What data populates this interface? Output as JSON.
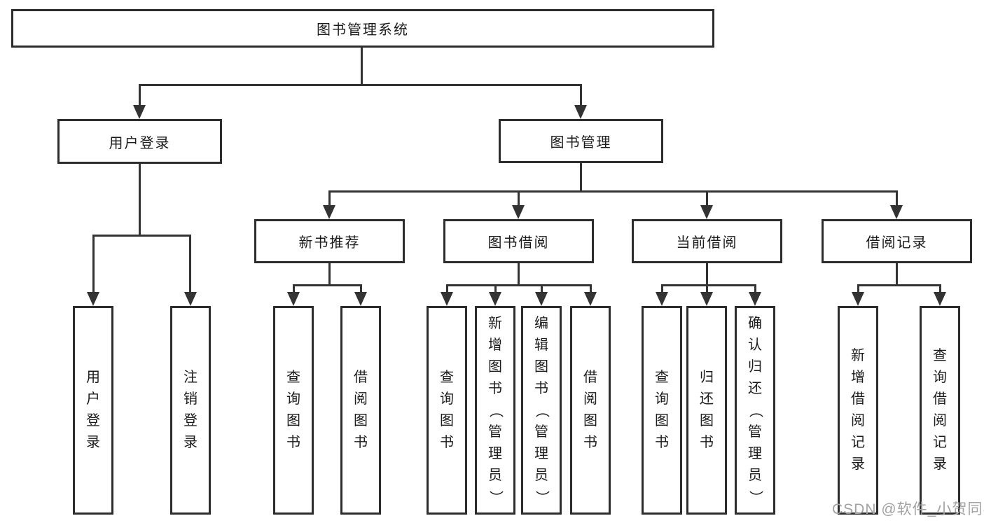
{
  "diagram": {
    "title": "图书管理系统",
    "level2": {
      "user_login": "用户登录",
      "book_mgmt": "图书管理"
    },
    "level3": {
      "new_book_rec": "新书推荐",
      "book_borrow": "图书借阅",
      "current_borrow": "当前借阅",
      "borrow_record": "借阅记录"
    },
    "leaves": {
      "a1": "用户登录",
      "a2": "注销登录",
      "b1": "查询图书",
      "b2": "借阅图书",
      "c1": "查询图书",
      "c2": "新增图书（管理员）",
      "c3": "编辑图书（管理员）",
      "c4": "借阅图书",
      "d1": "查询图书",
      "d2": "归还图书",
      "d3": "确认归还（管理员）",
      "e1": "新增借阅记录",
      "e2": "查询借阅记录"
    }
  },
  "watermark": "CSDN @软件_小贺同学",
  "colors": {
    "line": "#333333",
    "box_border": "#2d2d2d",
    "text": "#1b1b1b",
    "watermark": "#a3a3a3",
    "background": "#ffffff"
  }
}
